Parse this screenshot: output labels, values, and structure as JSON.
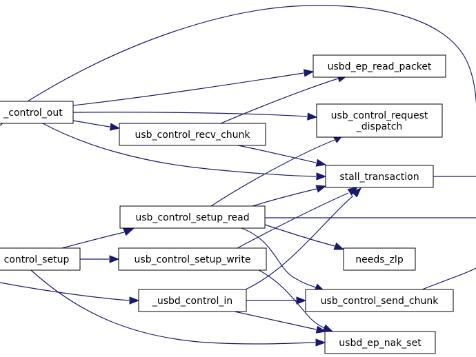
{
  "diagram": {
    "type": "call-graph",
    "edge_color": "#191970",
    "nodes": [
      {
        "id": "control_out",
        "label": "_control_out"
      },
      {
        "id": "control_setup",
        "label": "control_setup"
      },
      {
        "id": "usbd_ep_read_packet",
        "label": "usbd_ep_read_packet"
      },
      {
        "id": "usb_control_request_dispatch",
        "label": "usb_control_request\n_dispatch"
      },
      {
        "id": "usb_control_recv_chunk",
        "label": "usb_control_recv_chunk"
      },
      {
        "id": "stall_transaction",
        "label": "stall_transaction"
      },
      {
        "id": "usb_control_setup_read",
        "label": "usb_control_setup_read"
      },
      {
        "id": "needs_zlp",
        "label": "needs_zlp"
      },
      {
        "id": "usb_control_setup_write",
        "label": "usb_control_setup_write"
      },
      {
        "id": "usbd_control_in",
        "label": "_usbd_control_in"
      },
      {
        "id": "usb_control_send_chunk",
        "label": "usb_control_send_chunk"
      },
      {
        "id": "usbd_ep_nak_set",
        "label": "usbd_ep_nak_set"
      }
    ],
    "edges": [
      {
        "from": "control_out",
        "to": "usbd_ep_read_packet"
      },
      {
        "from": "control_out",
        "to": "usb_control_request_dispatch"
      },
      {
        "from": "control_out",
        "to": "usb_control_recv_chunk"
      },
      {
        "from": "control_out",
        "to": "stall_transaction"
      },
      {
        "from": "usb_control_recv_chunk",
        "to": "usbd_ep_read_packet"
      },
      {
        "from": "usb_control_recv_chunk",
        "to": "stall_transaction"
      },
      {
        "from": "usb_control_setup_read",
        "to": "usb_control_request_dispatch"
      },
      {
        "from": "usb_control_setup_read",
        "to": "stall_transaction"
      },
      {
        "from": "usb_control_setup_read",
        "to": "needs_zlp"
      },
      {
        "from": "usb_control_setup_read",
        "to": "usb_control_send_chunk"
      },
      {
        "from": "usb_control_setup_write",
        "to": "stall_transaction"
      },
      {
        "from": "usb_control_setup_write",
        "to": "usbd_ep_nak_set"
      },
      {
        "from": "control_setup",
        "to": "usb_control_setup_read"
      },
      {
        "from": "control_setup",
        "to": "usb_control_setup_write"
      },
      {
        "from": "control_setup",
        "to": "usbd_ep_nak_set"
      },
      {
        "from": "usbd_control_in",
        "to": "stall_transaction"
      },
      {
        "from": "usbd_control_in",
        "to": "usb_control_send_chunk"
      },
      {
        "from": "usbd_control_in",
        "to": "usbd_ep_nak_set"
      }
    ]
  }
}
